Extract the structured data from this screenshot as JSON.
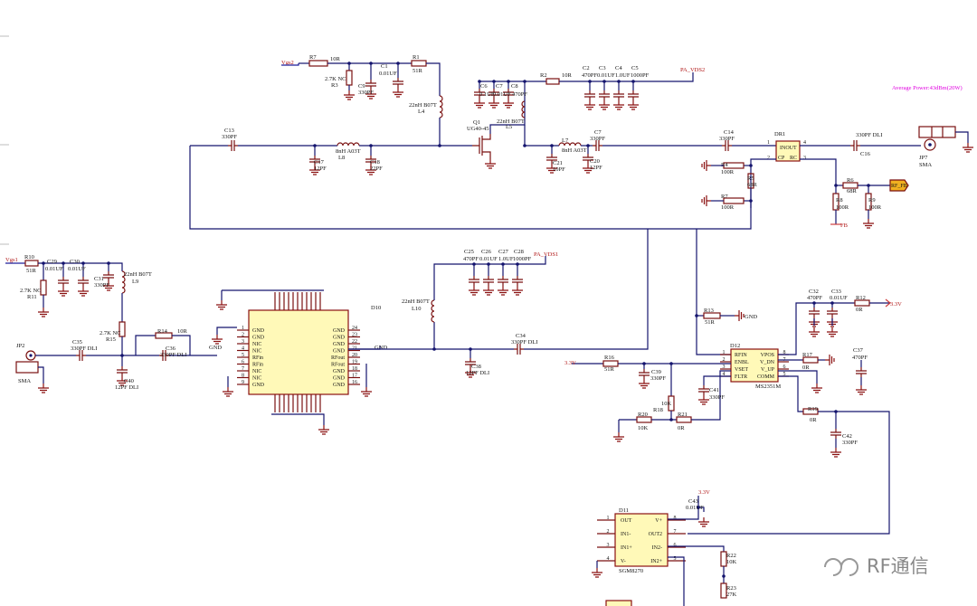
{
  "nets": {
    "vgs2": "Vgs2",
    "vgs1": "Vgs1",
    "pa_vds2": "PA_VDS2",
    "pa_vds1": "PA_VDS1",
    "rf_fb": "RF_FB",
    "v33": "3.3V",
    "gnd": "GND",
    "fb": "FB"
  },
  "annotations": {
    "average_power": "Average Power:43dBm(20W)"
  },
  "watermark": "RF通信",
  "components": {
    "R7": {
      "ref": "R7",
      "val": "10R"
    },
    "R3": {
      "ref": "R3",
      "val": "2.7K NC"
    },
    "C9": {
      "ref": "C9",
      "val": "330PF"
    },
    "C1": {
      "ref": "C1",
      "val": "0.01UF"
    },
    "R1": {
      "ref": "R1",
      "val": "51R"
    },
    "L4": {
      "ref": "L4",
      "val": "22nH B07T"
    },
    "C6": {
      "ref": "C6",
      "val": "0.1UF"
    },
    "C7": {
      "ref": "C7",
      "val": "0.01UF"
    },
    "C8": {
      "ref": "C8",
      "val": "470PF"
    },
    "R2": {
      "ref": "R2",
      "val": "10R"
    },
    "C2": {
      "ref": "C2",
      "val": "470PF"
    },
    "C3": {
      "ref": "C3",
      "val": "0.01UF"
    },
    "C4": {
      "ref": "C4",
      "val": "1.0UF"
    },
    "C5": {
      "ref": "C5",
      "val": "1000PF"
    },
    "L5": {
      "ref": "L5",
      "val": "22nH B07T"
    },
    "Q1": {
      "ref": "Q1",
      "val": "UG40-45"
    },
    "C13": {
      "ref": "C13",
      "val": "330PF"
    },
    "L8": {
      "ref": "L8",
      "val": "8nH A03T"
    },
    "C17": {
      "ref": "C17",
      "val": "12PF"
    },
    "C18": {
      "ref": "C18",
      "val": "22PF"
    },
    "L7": {
      "ref": "L7",
      "val": "8nH A03T"
    },
    "C21": {
      "ref": "C21",
      "val": "10PF"
    },
    "C7b": {
      "ref": "C7",
      "val": "330PF"
    },
    "C20": {
      "ref": "C20",
      "val": "12PF"
    },
    "C14": {
      "ref": "C14",
      "val": "330PF"
    },
    "DR1": {
      "ref": "DR1",
      "val": ""
    },
    "C16": {
      "ref": "C16",
      "val": "330PF DLI"
    },
    "JP7": {
      "ref": "JP7",
      "val": "SMA"
    },
    "R4": {
      "ref": "R4",
      "val": "100R"
    },
    "R5": {
      "ref": "R5",
      "val": "68R"
    },
    "R7b": {
      "ref": "R7",
      "val": "100R"
    },
    "R6": {
      "ref": "R6",
      "val": "68R"
    },
    "R8": {
      "ref": "R8",
      "val": "100R"
    },
    "R9": {
      "ref": "R9",
      "val": "100R"
    },
    "R10": {
      "ref": "R10",
      "val": "51R"
    },
    "C29": {
      "ref": "C29",
      "val": "0.01UF"
    },
    "C30": {
      "ref": "C30",
      "val": "0.01UF"
    },
    "C31": {
      "ref": "C31",
      "val": "330PF"
    },
    "L9": {
      "ref": "L9",
      "val": "22nH B07T"
    },
    "R11": {
      "ref": "R11",
      "val": "2.7K NC"
    },
    "R15": {
      "ref": "R15",
      "val": "2.7K NC"
    },
    "JP2": {
      "ref": "JP2",
      "val": "SMA"
    },
    "C35": {
      "ref": "C35",
      "val": "330PF DLI"
    },
    "R14": {
      "ref": "R14",
      "val": "10R"
    },
    "C36": {
      "ref": "C36",
      "val": "330PF DLI"
    },
    "C40": {
      "ref": "C40",
      "val": "12PF DLI"
    },
    "D10": {
      "ref": "D10",
      "val": ""
    },
    "C25": {
      "ref": "C25",
      "val": "470PF"
    },
    "C26": {
      "ref": "C26",
      "val": "0.01UF"
    },
    "C27": {
      "ref": "C27",
      "val": "1.0UF"
    },
    "C28": {
      "ref": "C28",
      "val": "1000PF"
    },
    "L10": {
      "ref": "L10",
      "val": "22nH B07T"
    },
    "C34": {
      "ref": "C34",
      "val": "330PF DLI"
    },
    "C38": {
      "ref": "C38",
      "val": "12PF DLI"
    },
    "R16": {
      "ref": "R16",
      "val": "51R"
    },
    "C39": {
      "ref": "C39",
      "val": "330PF"
    },
    "R18": {
      "ref": "R18",
      "val": "10K"
    },
    "R20": {
      "ref": "R20",
      "val": "10K"
    },
    "R21": {
      "ref": "R21",
      "val": "0R"
    },
    "C41": {
      "ref": "C41",
      "val": "330PF"
    },
    "R13": {
      "ref": "R13",
      "val": "51R"
    },
    "C32": {
      "ref": "C32",
      "val": "470PF"
    },
    "C33": {
      "ref": "C33",
      "val": "0.01UF"
    },
    "R12": {
      "ref": "R12",
      "val": "0R"
    },
    "D12": {
      "ref": "D12",
      "val": "MS2351M"
    },
    "R17": {
      "ref": "R17",
      "val": "0R"
    },
    "C37": {
      "ref": "C37",
      "val": "470PF"
    },
    "R19": {
      "ref": "R19",
      "val": "0R"
    },
    "C42": {
      "ref": "C42",
      "val": "330PF"
    },
    "D11": {
      "ref": "D11",
      "val": "SGM8270"
    },
    "C43": {
      "ref": "C43",
      "val": "0.01UF"
    },
    "R22": {
      "ref": "R22",
      "val": "10K"
    },
    "R23": {
      "ref": "R23",
      "val": "27K"
    }
  },
  "d10_pins_left": [
    {
      "num": "1",
      "name": "GND"
    },
    {
      "num": "2",
      "name": "GND"
    },
    {
      "num": "3",
      "name": "NIC"
    },
    {
      "num": "4",
      "name": "NIC"
    },
    {
      "num": "5",
      "name": "RFin"
    },
    {
      "num": "6",
      "name": "RFin"
    },
    {
      "num": "7",
      "name": "NIC"
    },
    {
      "num": "8",
      "name": "NIC"
    },
    {
      "num": "9",
      "name": "GND"
    }
  ],
  "d10_pins_right": [
    {
      "num": "24",
      "name": "GND"
    },
    {
      "num": "23",
      "name": "GND"
    },
    {
      "num": "22",
      "name": "GND"
    },
    {
      "num": "21",
      "name": "GND"
    },
    {
      "num": "20",
      "name": "RFout"
    },
    {
      "num": "19",
      "name": "RFout"
    },
    {
      "num": "18",
      "name": "GND"
    },
    {
      "num": "17",
      "name": "GND"
    },
    {
      "num": "16",
      "name": "GND"
    }
  ],
  "d12_left": [
    {
      "num": "1",
      "name": "RFIN"
    },
    {
      "num": "2",
      "name": "ENBL"
    },
    {
      "num": "3",
      "name": "VSET"
    },
    {
      "num": "4",
      "name": "FLTR"
    }
  ],
  "d12_right": [
    {
      "num": "8",
      "name": "VPOS"
    },
    {
      "num": "7",
      "name": "V_DN"
    },
    {
      "num": "6",
      "name": "V_UP"
    },
    {
      "num": "5",
      "name": "COMM"
    }
  ],
  "d11_left": [
    {
      "num": "1",
      "name": "OUT"
    },
    {
      "num": "2",
      "name": "IN1-"
    },
    {
      "num": "3",
      "name": "IN1+"
    },
    {
      "num": "4",
      "name": "V-"
    }
  ],
  "d11_right": [
    {
      "num": "8",
      "name": "V+"
    },
    {
      "num": "7",
      "name": "OUT2"
    },
    {
      "num": "6",
      "name": "IN2-"
    },
    {
      "num": "5",
      "name": "IN2+"
    }
  ],
  "dr1_pins": {
    "p1": "1",
    "p2": "2",
    "p3": "3",
    "p4": "4",
    "in": "INOUT",
    "cp": "CP",
    "rc": "RC"
  }
}
